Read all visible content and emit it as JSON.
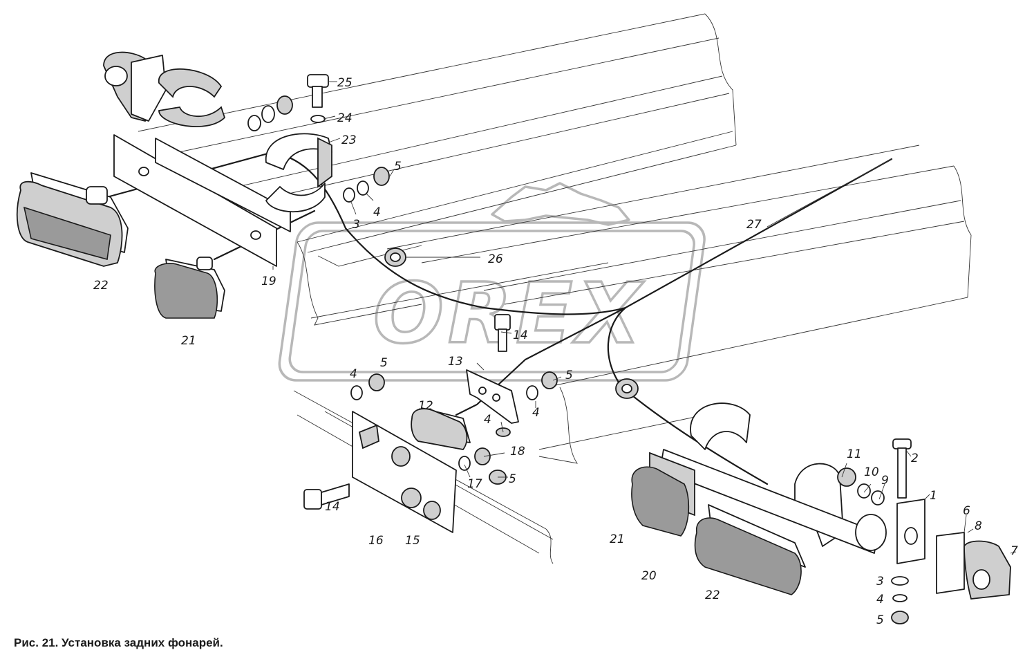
{
  "caption": "Рис. 21. Установка задних фонарей.",
  "watermark": {
    "text": "OREX",
    "color": "#b8b8b8",
    "icon": "gear-icon"
  },
  "labels": {
    "l1": "1",
    "l2": "2",
    "l3a": "3",
    "l3b": "3",
    "l4a": "4",
    "l4b": "4",
    "l4c": "4",
    "l4d": "4",
    "l4e": "4",
    "l5a": "5",
    "l5b": "5",
    "l5c": "5",
    "l5d": "5",
    "l5e": "5",
    "l6": "6",
    "l7": "7",
    "l8": "8",
    "l9": "9",
    "l10": "10",
    "l11": "11",
    "l12": "12",
    "l13": "13",
    "l14a": "14",
    "l14b": "14",
    "l15": "15",
    "l16": "16",
    "l17": "17",
    "l18": "18",
    "l19": "19",
    "l20": "20",
    "l21a": "21",
    "l21b": "21",
    "l22a": "22",
    "l22b": "22",
    "l23": "23",
    "l24": "24",
    "l25": "25",
    "l26": "26",
    "l27": "27"
  }
}
